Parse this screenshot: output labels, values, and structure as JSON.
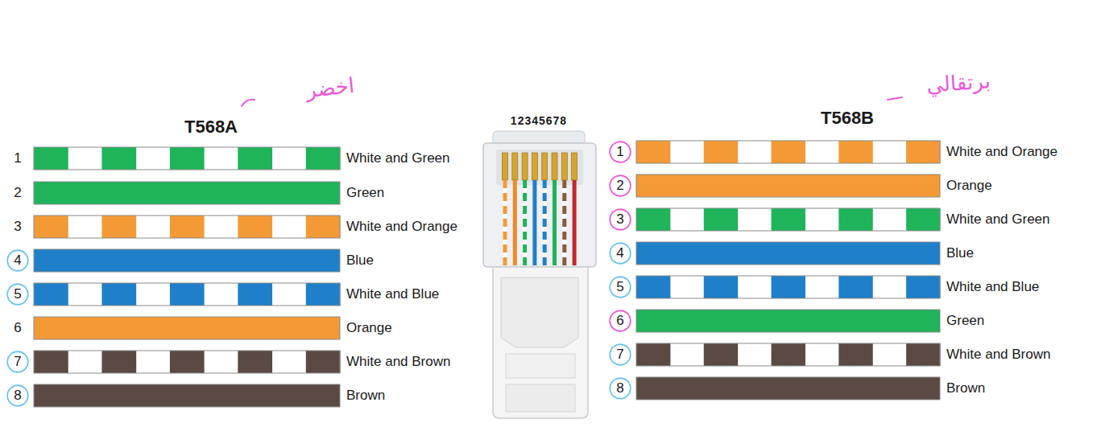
{
  "diagram": {
    "labels": [
      "اخضر",
      "T568A",
      "1",
      "White and Green",
      "2",
      "Green",
      "3",
      "White and Orange",
      "4",
      "Blue",
      "5",
      "White and Blue",
      "6",
      "Orange",
      "7",
      "White and Brown",
      "8",
      "Brown",
      "12345678",
      "برتقالي",
      "T568B",
      "1",
      "White and Orange",
      "2",
      "Orange",
      "3",
      "White and Green",
      "4",
      "Blue",
      "5",
      "White and Blue",
      "6",
      "Green",
      "7",
      "White and Brown",
      "8",
      "Brown"
    ]
  }
}
